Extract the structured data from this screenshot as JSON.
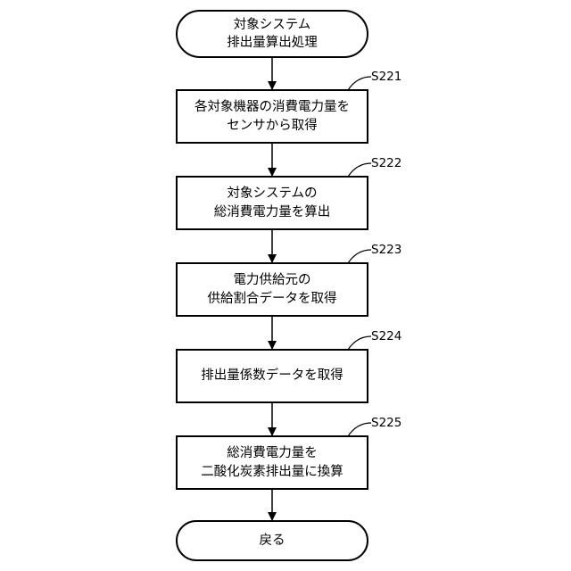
{
  "flowchart": {
    "start": {
      "lines": [
        "対象システム",
        "排出量算出処理"
      ]
    },
    "steps": [
      {
        "id": "S221",
        "lines": [
          "各対象機器の消費電力量を",
          "センサから取得"
        ]
      },
      {
        "id": "S222",
        "lines": [
          "対象システムの",
          "総消費電力量を算出"
        ]
      },
      {
        "id": "S223",
        "lines": [
          "電力供給元の",
          "供給割合データを取得"
        ]
      },
      {
        "id": "S224",
        "lines": [
          "排出量係数データを取得"
        ]
      },
      {
        "id": "S225",
        "lines": [
          "総消費電力量を",
          "二酸化炭素排出量に換算"
        ]
      }
    ],
    "end": {
      "lines": [
        "戻る"
      ]
    }
  }
}
